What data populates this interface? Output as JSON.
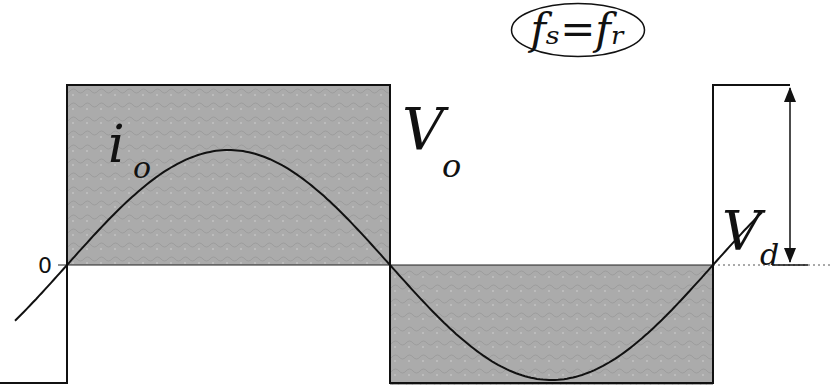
{
  "diagram": {
    "nodes": [
      {
        "text": [
          "fₛ=fᵣ"
        ]
      }
    ],
    "labels": [
      "0",
      "i",
      "o",
      "V",
      "o",
      "V",
      "d"
    ]
  }
}
